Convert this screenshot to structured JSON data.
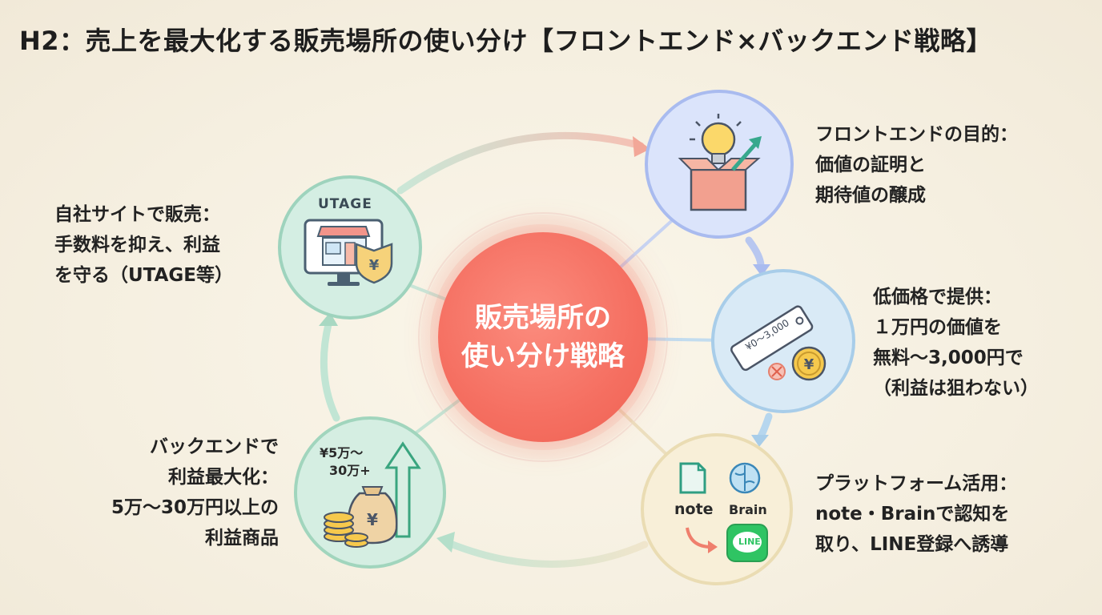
{
  "title": "H2：売上を最大化する販売場所の使い分け【フロントエンド×バックエンド戦略】",
  "center": {
    "line1": "販売場所の",
    "line2": "使い分け戦略"
  },
  "nodes": {
    "utage": {
      "icon_text": "UTAGE",
      "label_lines": [
        "自社サイトで販売：",
        "手数料を抑え、利益",
        "を守る（UTAGE等）"
      ]
    },
    "frontend": {
      "label_lines": [
        "フロントエンドの目的：",
        "価値の証明と",
        "期待値の醸成"
      ]
    },
    "lowprice": {
      "tag_text": "¥0〜3,000",
      "label_lines": [
        "低価格で提供：",
        "１万円の価値を",
        "無料〜3,000円で",
        "（利益は狙わない）"
      ]
    },
    "platform": {
      "note_label": "note",
      "brain_label": "Brain",
      "line_label": "LINE",
      "label_lines": [
        "プラットフォーム活用：",
        "note・Brainで認知を",
        "取り、LINE登録へ誘導"
      ]
    },
    "backend": {
      "price_line1": "¥5万〜",
      "price_line2": "30万+",
      "label_lines": [
        "バックエンドで",
        "利益最大化：",
        "5万〜30万円以上の",
        "利益商品"
      ]
    }
  },
  "colors": {
    "center": "#f56f61",
    "utage": "#d4eee3",
    "frontend": "#dbe4fb",
    "lowprice": "#d9eaf6",
    "platform": "#f8efd8",
    "backend": "#d5eee2"
  }
}
